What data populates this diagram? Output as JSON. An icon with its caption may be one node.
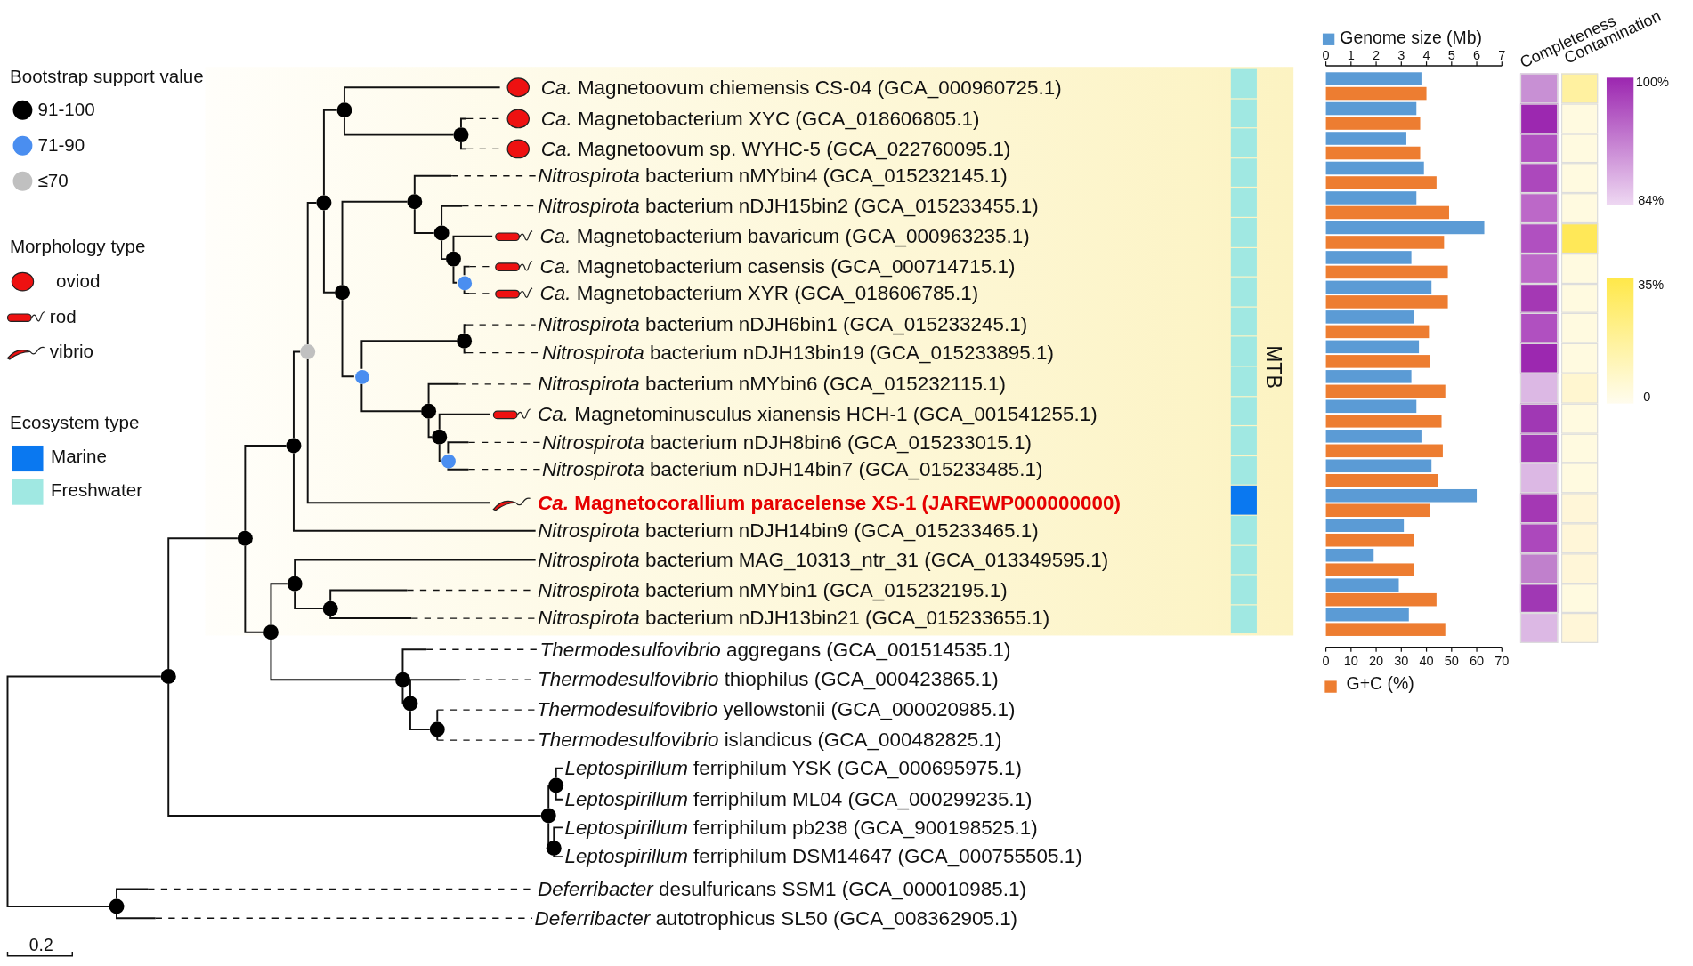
{
  "diagram": {
    "nodes": [
      {
        "text": [
          "*Ca.* Magnetoovum chiemensis CS-04 (GCA_000960725.1)"
        ]
      },
      {
        "text": [
          "*Ca.* Magnetobacterium XYC (GCA_018606805.1)"
        ]
      },
      {
        "text": [
          "*Ca.* Magnetoovum sp. WYHC-5 (GCA_022760095.1)"
        ]
      },
      {
        "text": [
          "*Nitrospirota* bacterium nMYbin4 (GCA_015232145.1)"
        ]
      },
      {
        "text": [
          "*Nitrospirota* bacterium nDJH15bin2 (GCA_015233455.1)"
        ]
      },
      {
        "text": [
          "*Ca.* Magnetobacterium bavaricum (GCA_000963235.1)"
        ]
      },
      {
        "text": [
          "*Ca.* Magnetobacterium casensis (GCA_000714715.1)"
        ]
      },
      {
        "text": [
          "*Ca.* Magnetobacterium XYR (GCA_018606785.1)"
        ]
      },
      {
        "text": [
          "*Nitrospirota* bacterium nDJH6bin1 (GCA_015233245.1)"
        ]
      },
      {
        "text": [
          "*Nitrospirota* bacterium nDJH13bin19 (GCA_015233895.1)"
        ]
      },
      {
        "text": [
          "*Nitrospirota* bacterium nMYbin6 (GCA_015232115.1)"
        ]
      },
      {
        "text": [
          "*Ca.* Magnetominusculus xianensis HCH-1 (GCA_001541255.1)"
        ]
      },
      {
        "text": [
          "*Nitrospirota* bacterium nDJH8bin6 (GCA_015233015.1)"
        ]
      },
      {
        "text": [
          "*Nitrospirota* bacterium nDJH14bin7 (GCA_015233485.1)"
        ]
      },
      {
        "text": [
          "*Ca.* Magnetocorallium paracelense XS-1 (JAREWP000000000)"
        ]
      },
      {
        "text": [
          "*Nitrospirota* bacterium nDJH14bin9 (GCA_015233465.1)"
        ]
      },
      {
        "text": [
          "*Nitrospirota* bacterium MAG_10313_ntr_31 (GCA_013349595.1)"
        ]
      },
      {
        "text": [
          "*Nitrospirota* bacterium nMYbin1 (GCA_015232195.1)"
        ]
      },
      {
        "text": [
          "*Nitrospirota* bacterium nDJH13bin21 (GCA_015233655.1)"
        ]
      },
      {
        "text": [
          "*Thermodesulfovibrio* aggregans (GCA_001514535.1)"
        ]
      },
      {
        "text": [
          "*Thermodesulfovibrio* thiophilus (GCA_000423865.1)"
        ]
      },
      {
        "text": [
          "*Thermodesulfovibrio* yellowstonii (GCA_000020985.1)"
        ]
      },
      {
        "text": [
          "*Thermodesulfovibrio* islandicus (GCA_000482825.1)"
        ]
      },
      {
        "text": [
          "*Leptospirillum* ferriphilum YSK (GCA_000695975.1)"
        ]
      },
      {
        "text": [
          "*Leptospirillum* ferriphilum ML04 (GCA_000299235.1)"
        ]
      },
      {
        "text": [
          "*Leptospirillum* ferriphilum pb238 (GCA_900198525.1)"
        ]
      },
      {
        "text": [
          "*Leptospirillum* ferriphilum DSM14647 (GCA_000755505.1)"
        ]
      },
      {
        "text": [
          "*Deferribacter* desulfuricans SSM1 (GCA_000010985.1)"
        ]
      },
      {
        "text": [
          "*Deferribacter* autotrophicus SL50 (GCA_008362905.1)"
        ]
      },
      {
        "text": [],
        "shape": "circle"
      },
      {
        "text": [],
        "shape": "circle"
      },
      {
        "text": [],
        "shape": "circle"
      },
      {
        "text": [],
        "shape": "circle"
      },
      {
        "text": [],
        "shape": "circle"
      },
      {
        "text": [],
        "shape": "circle"
      },
      {
        "text": [],
        "shape": "circle"
      },
      {
        "text": [],
        "shape": "circle"
      },
      {
        "text": [],
        "shape": "circle"
      },
      {
        "text": [],
        "shape": "circle"
      },
      {
        "text": [],
        "shape": "circle"
      },
      {
        "text": [],
        "shape": "circle"
      },
      {
        "text": [],
        "shape": "circle"
      },
      {
        "text": [],
        "shape": "circle"
      },
      {
        "text": [],
        "shape": "circle"
      },
      {
        "text": [],
        "shape": "circle"
      },
      {
        "text": [],
        "shape": "circle"
      },
      {
        "text": [],
        "shape": "circle"
      },
      {
        "text": [],
        "shape": "circle"
      },
      {
        "text": [],
        "shape": "circle"
      },
      {
        "text": [],
        "shape": "circle"
      },
      {
        "text": [],
        "shape": "circle"
      },
      {
        "text": [],
        "shape": "circle"
      },
      {
        "text": [],
        "shape": "circle"
      },
      {
        "text": [],
        "shape": "circle"
      },
      {
        "text": [],
        "shape": "circle"
      },
      {
        "text": [],
        "shape": "circle"
      }
    ],
    "edges": [
      {
        "from": 29,
        "to": 30,
        "arrow": "none"
      },
      {
        "from": 29,
        "to": 52,
        "arrow": "none"
      },
      {
        "from": 29,
        "to": 55,
        "arrow": "none"
      },
      {
        "from": 30,
        "to": 31,
        "arrow": "none"
      },
      {
        "from": 30,
        "to": 46,
        "arrow": "none"
      },
      {
        "from": 31,
        "to": 32,
        "arrow": "none"
      },
      {
        "from": 31,
        "to": 15,
        "arrow": "none"
      },
      {
        "from": 32,
        "to": 33,
        "arrow": "none"
      },
      {
        "from": 32,
        "to": 14,
        "arrow": "none"
      },
      {
        "from": 33,
        "to": 34,
        "arrow": "none"
      },
      {
        "from": 33,
        "to": 36,
        "arrow": "none"
      },
      {
        "from": 34,
        "to": 0,
        "arrow": "none"
      },
      {
        "from": 34,
        "to": 35,
        "arrow": "none"
      },
      {
        "from": 35,
        "to": 1,
        "arrow": "none",
        "style": "dashed"
      },
      {
        "from": 35,
        "to": 2,
        "arrow": "none",
        "style": "dashed"
      },
      {
        "from": 36,
        "to": 37,
        "arrow": "none"
      },
      {
        "from": 36,
        "to": 41,
        "arrow": "none"
      },
      {
        "from": 37,
        "to": 3,
        "arrow": "none",
        "style": "dashed"
      },
      {
        "from": 37,
        "to": 38,
        "arrow": "none"
      },
      {
        "from": 38,
        "to": 4,
        "arrow": "none",
        "style": "dashed"
      },
      {
        "from": 38,
        "to": 39,
        "arrow": "none"
      },
      {
        "from": 39,
        "to": 5,
        "arrow": "none"
      },
      {
        "from": 39,
        "to": 40,
        "arrow": "none"
      },
      {
        "from": 40,
        "to": 6,
        "arrow": "none",
        "style": "dashed"
      },
      {
        "from": 40,
        "to": 7,
        "arrow": "none",
        "style": "dashed"
      },
      {
        "from": 41,
        "to": 42,
        "arrow": "none"
      },
      {
        "from": 41,
        "to": 43,
        "arrow": "none"
      },
      {
        "from": 42,
        "to": 8,
        "arrow": "none",
        "style": "dashed"
      },
      {
        "from": 42,
        "to": 9,
        "arrow": "none",
        "style": "dashed"
      },
      {
        "from": 43,
        "to": 10,
        "arrow": "none",
        "style": "dashed"
      },
      {
        "from": 43,
        "to": 44,
        "arrow": "none"
      },
      {
        "from": 44,
        "to": 11,
        "arrow": "none"
      },
      {
        "from": 44,
        "to": 45,
        "arrow": "none"
      },
      {
        "from": 45,
        "to": 12,
        "arrow": "none",
        "style": "dashed"
      },
      {
        "from": 45,
        "to": 13,
        "arrow": "none",
        "style": "dashed"
      },
      {
        "from": 46,
        "to": 47,
        "arrow": "none"
      },
      {
        "from": 46,
        "to": 49,
        "arrow": "none"
      },
      {
        "from": 47,
        "to": 16,
        "arrow": "none"
      },
      {
        "from": 47,
        "to": 48,
        "arrow": "none"
      },
      {
        "from": 48,
        "to": 17,
        "arrow": "none",
        "style": "dashed"
      },
      {
        "from": 48,
        "to": 18,
        "arrow": "none",
        "style": "dashed"
      },
      {
        "from": 49,
        "to": 19,
        "arrow": "none",
        "style": "dashed"
      },
      {
        "from": 49,
        "to": 50,
        "arrow": "none"
      },
      {
        "from": 50,
        "to": 20,
        "arrow": "none",
        "style": "dashed"
      },
      {
        "from": 50,
        "to": 51,
        "arrow": "none"
      },
      {
        "from": 51,
        "to": 21,
        "arrow": "none",
        "style": "dashed"
      },
      {
        "from": 51,
        "to": 22,
        "arrow": "none",
        "style": "dashed"
      },
      {
        "from": 52,
        "to": 53,
        "arrow": "none"
      },
      {
        "from": 52,
        "to": 54,
        "arrow": "none"
      },
      {
        "from": 53,
        "to": 23,
        "arrow": "none"
      },
      {
        "from": 53,
        "to": 24,
        "arrow": "none"
      },
      {
        "from": 54,
        "to": 25,
        "arrow": "none"
      },
      {
        "from": 54,
        "to": 26,
        "arrow": "none"
      },
      {
        "from": 55,
        "to": 27,
        "arrow": "none",
        "style": "dashed"
      },
      {
        "from": 55,
        "to": 28,
        "arrow": "none",
        "style": "dashed"
      }
    ],
    "labels": [
      "Bootstrap support value",
      "Morphology type",
      "Ecosystem type",
      "MTB",
      "0",
      "1",
      "2",
      "3",
      "4",
      "5",
      "6",
      "7",
      "Completeness",
      "Contamination",
      "100%",
      "84%",
      "35%",
      "0",
      "0",
      "10",
      "20",
      "30",
      "40",
      "50",
      "60",
      "70",
      "0.2"
    ],
    "legend": [
      {
        "text": "91-100",
        "color": "#000000"
      },
      {
        "text": "71-90",
        "color": "#4a8ef0"
      },
      {
        "text": "≤70",
        "color": "#c0c0c0"
      },
      {
        "text": "oviod"
      },
      {
        "text": "rod"
      },
      {
        "text": "vibrio"
      },
      {
        "text": "Marine",
        "color": "#0a78f0"
      },
      {
        "text": "Freshwater",
        "color": "#a0e8e2"
      },
      {
        "text": "Genome size (Mb)",
        "color": "#5b9bd5"
      },
      {
        "text": "G+C (%)",
        "color": "#ed7d31"
      }
    ]
  }
}
